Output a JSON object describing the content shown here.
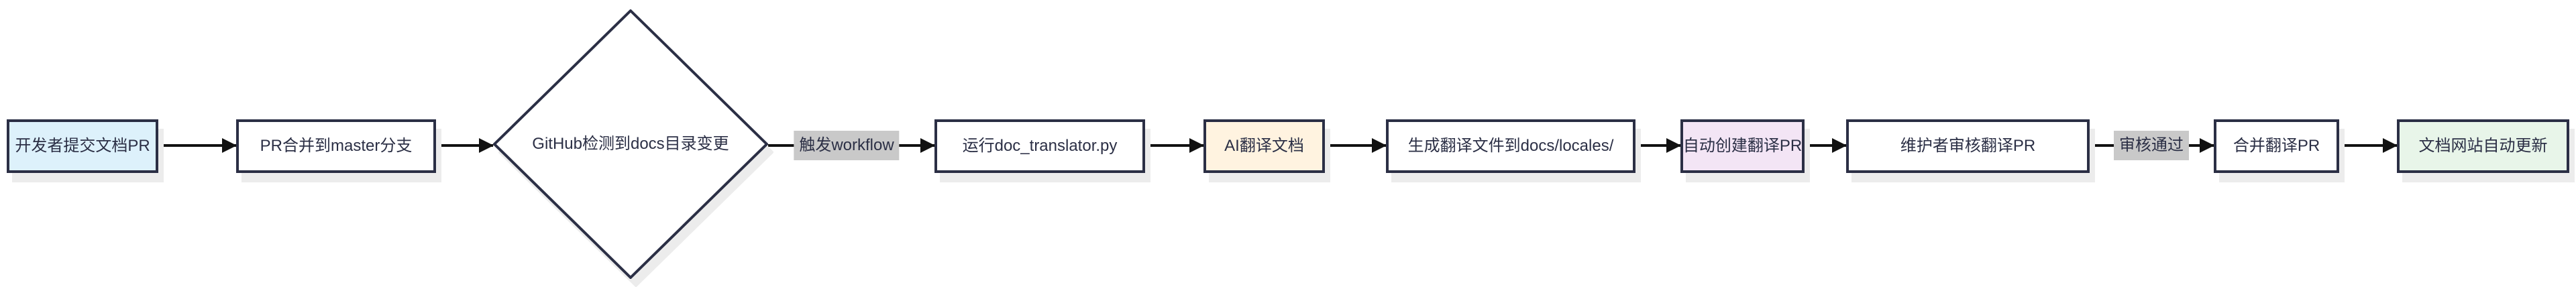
{
  "diagram": {
    "title": "documentation translation workflow flowchart",
    "nodes": [
      {
        "id": "A",
        "label": "开发者提交文档PR",
        "shape": "rect",
        "fill": "#ddf1fb"
      },
      {
        "id": "B",
        "label": "PR合并到master分支",
        "shape": "rect",
        "fill": "#ffffff"
      },
      {
        "id": "C",
        "label": "GitHub检测到docs目录变更",
        "shape": "diamond",
        "fill": "#ffffff"
      },
      {
        "id": "D",
        "label": "运行doc_translator.py",
        "shape": "rect",
        "fill": "#ffffff"
      },
      {
        "id": "E",
        "label": "AI翻译文档",
        "shape": "rect",
        "fill": "#fff3e0"
      },
      {
        "id": "F",
        "label": "生成翻译文件到docs/locales/",
        "shape": "rect",
        "fill": "#ffffff"
      },
      {
        "id": "G",
        "label": "自动创建翻译PR",
        "shape": "rect",
        "fill": "#f3e5f5"
      },
      {
        "id": "H",
        "label": "维护者审核翻译PR",
        "shape": "rect",
        "fill": "#ffffff"
      },
      {
        "id": "I",
        "label": "合并翻译PR",
        "shape": "rect",
        "fill": "#ffffff"
      },
      {
        "id": "J",
        "label": "文档网站自动更新",
        "shape": "rect",
        "fill": "#e8f5e9"
      }
    ],
    "edges": [
      {
        "from": "A",
        "to": "B",
        "label": ""
      },
      {
        "from": "B",
        "to": "C",
        "label": ""
      },
      {
        "from": "C",
        "to": "D",
        "label": "触发workflow"
      },
      {
        "from": "D",
        "to": "E",
        "label": ""
      },
      {
        "from": "E",
        "to": "F",
        "label": ""
      },
      {
        "from": "F",
        "to": "G",
        "label": ""
      },
      {
        "from": "G",
        "to": "H",
        "label": ""
      },
      {
        "from": "H",
        "to": "I",
        "label": "审核通过"
      },
      {
        "from": "I",
        "to": "J",
        "label": ""
      }
    ],
    "colors": {
      "node_border": "#2b2f45",
      "node_text": "#2b2f45",
      "arrow": "#111111",
      "edge_label_bg": "#c9c9c9",
      "shadow": "#ececec",
      "node_fill_start": "#ddf1fb",
      "node_fill_ai": "#fff3e0",
      "node_fill_pr": "#f3e5f5",
      "node_fill_end": "#e8f5e9"
    }
  }
}
